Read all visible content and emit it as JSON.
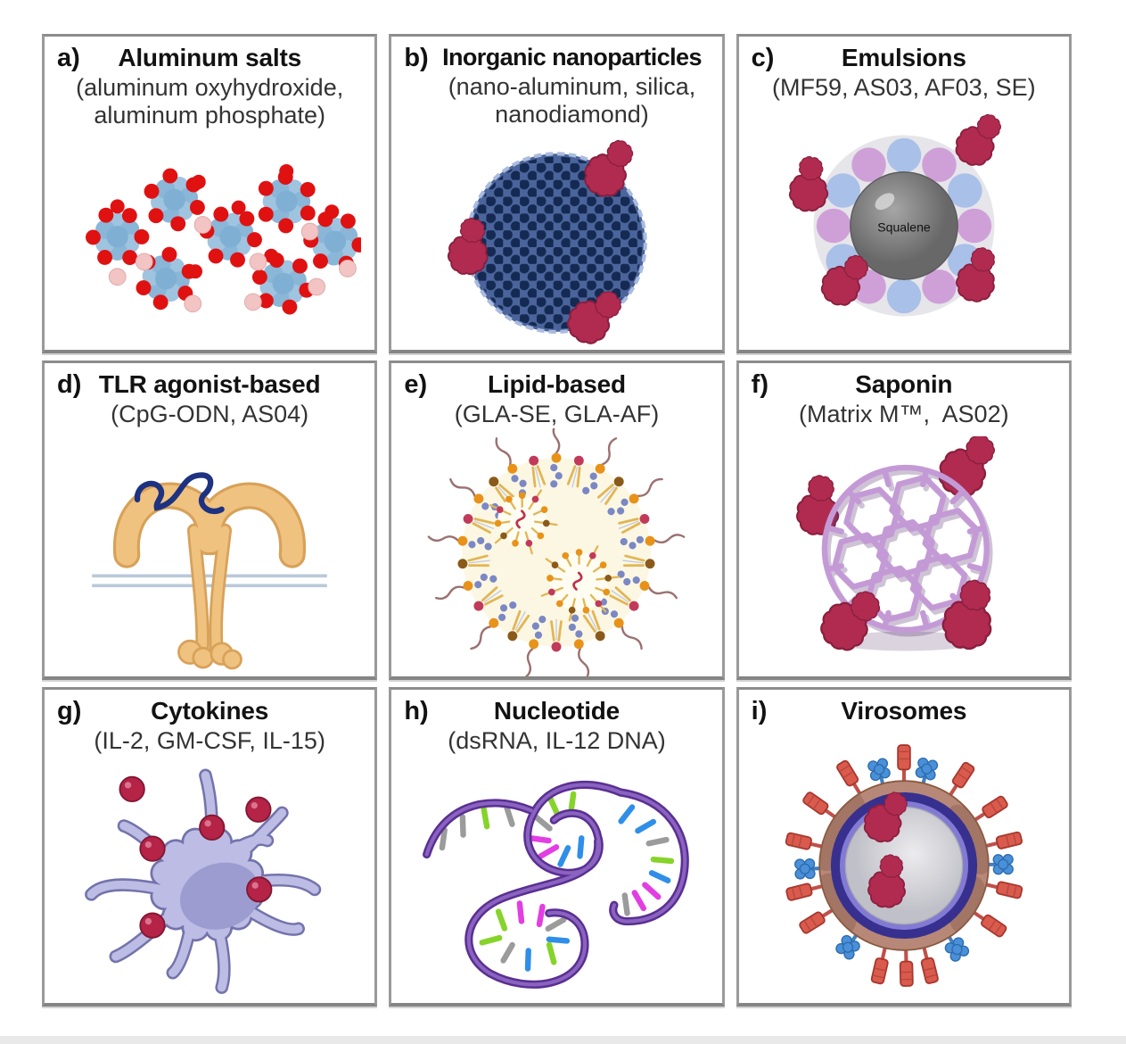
{
  "figure": {
    "description": "Nine-panel diagram of vaccine adjuvant classes",
    "panels": [
      {
        "id": "a",
        "label": "a)",
        "title": "Aluminum salts",
        "subtitle": "(aluminum oxyhydroxide, aluminum phosphate)",
        "illustration": "aluminum-salt-crystal"
      },
      {
        "id": "b",
        "label": "b)",
        "title": "Inorganic nanoparticles",
        "subtitle": "(nano-aluminum, silica, nanodiamond)",
        "illustration": "dotted-nanoparticle-with-antigens"
      },
      {
        "id": "c",
        "label": "c)",
        "title": "Emulsions",
        "subtitle": "(MF59, AS03, AF03, SE)",
        "center_label": "Squalene",
        "illustration": "oil-in-water-emulsion-droplet"
      },
      {
        "id": "d",
        "label": "d)",
        "title": "TLR agonist-based",
        "subtitle": "(CpG-ODN, AS04)",
        "illustration": "toll-like-receptor-with-cpg-odn"
      },
      {
        "id": "e",
        "label": "e)",
        "title": "Lipid-based",
        "subtitle": "(GLA-SE, GLA-AF)",
        "illustration": "liposome-with-micelles"
      },
      {
        "id": "f",
        "label": "f)",
        "title": "Saponin",
        "subtitle": "(Matrix M™,  AS02)",
        "illustration": "saponin-cage-with-antigens"
      },
      {
        "id": "g",
        "label": "g)",
        "title": "Cytokines",
        "subtitle": "(IL-2, GM-CSF, IL-15)",
        "illustration": "dendritic-cell-with-cytokines"
      },
      {
        "id": "h",
        "label": "h)",
        "title": "Nucleotide",
        "subtitle": "(dsRNA, IL-12 DNA)",
        "illustration": "rna-strands"
      },
      {
        "id": "i",
        "label": "i)",
        "title": "Virosomes",
        "subtitle": "",
        "illustration": "virosome-particle"
      }
    ],
    "colors": {
      "panel_border": "#9a9a9a",
      "antigen_blob": "#b12b50",
      "nanoparticle_blue": "#4b659c",
      "nanoparticle_dot": "#152a52",
      "emulsion_blue": "#a9c0e8",
      "emulsion_plum": "#cfa0d8",
      "squalene_gray": "#7a7a7a",
      "receptor_tan": "#efc27f",
      "cpg_navy": "#1e3282",
      "liposome_cream": "#fbf7e3",
      "saponin_purple": "#c49ad6",
      "cell_lavender": "#bcbce4",
      "rna_purple": "#5a2f92",
      "base_green": "#86d32a",
      "base_magenta": "#e23ee2",
      "base_blue": "#2f8fe8",
      "base_gray": "#9b9b9b",
      "virosome_membrane": "#b78878",
      "virosome_ring": "#37308f",
      "spike_red": "#d95b4e",
      "spike_blue": "#4a90d9"
    }
  }
}
